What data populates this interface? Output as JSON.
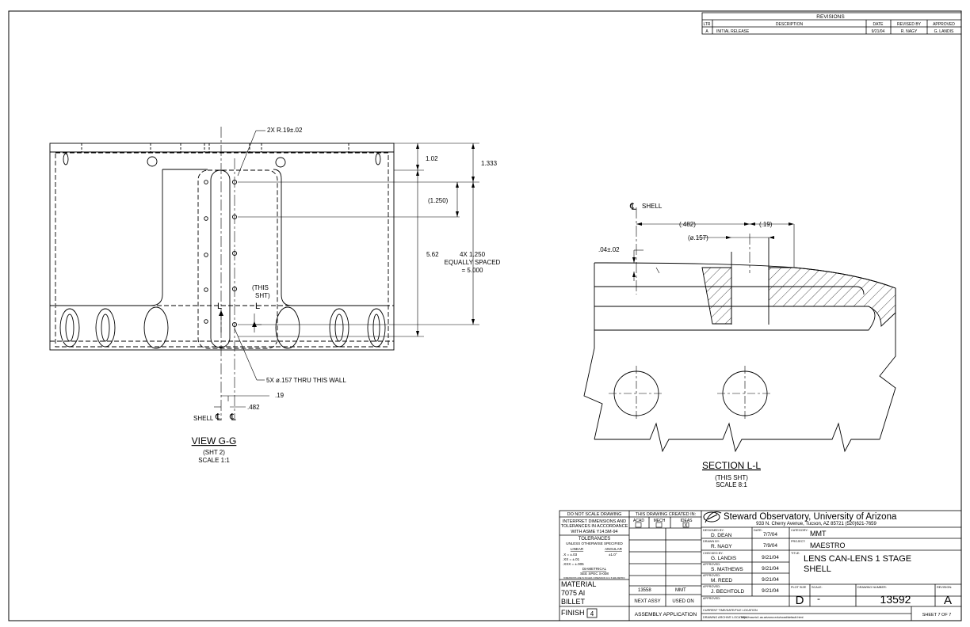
{
  "revisions": {
    "title": "REVISIONS",
    "headers": {
      "ltr": "LTR",
      "desc": "DESCRIPTION",
      "date": "DATE",
      "revised": "REVISED BY",
      "approved": "APPROVED"
    },
    "row": {
      "ltr": "A",
      "desc": "INITIAL RELEASE",
      "date": "9/21/04",
      "revised": "R. NAGY",
      "approved": "G. LANDIS"
    }
  },
  "view_g": {
    "callout_radius": "2X R.19±.02",
    "callout_holes": "5X ø.157 THRU THIS WALL",
    "dim_102": "1.02",
    "dim_1333": "1.333",
    "dim_1250": "(1.250)",
    "dim_562": "5.62",
    "dim_spaced_1": "4X 1.250",
    "dim_spaced_2": "EQUALLY SPACED",
    "dim_spaced_3": "= 5.000",
    "dim_019": ".19",
    "dim_0482": ".482",
    "this_sht_1": "(THIS",
    "this_sht_2": "SHT)",
    "label_l_left": "L",
    "label_l_right": "L",
    "shell_label": "SHELL",
    "title": "VIEW G-G",
    "sub": "(SHT 2)",
    "scale": "SCALE 1:1"
  },
  "section_l": {
    "shell_label": "SHELL",
    "dim_482": "(.482)",
    "dim_19": "(.19)",
    "dim_157": "(ø.157)",
    "dim_04": ".04±.02",
    "title": "SECTION L-L",
    "sub": "(THIS SHT)",
    "scale": "SCALE 8:1"
  },
  "title_block": {
    "notes": {
      "do_not_scale": "DO NOT SCALE DRAWING",
      "interpret_1": "INTERPRET DIMENSIONS AND",
      "interpret_2": "TOLERANCES IN ACCORDANCE",
      "interpret_3": "WITH ASME Y14.5M-94",
      "tolerances": "TOLERANCES",
      "unless": "UNLESS OTHERWISE SPECIFIED",
      "linear": "LINEAR",
      "angular": "ANGULAR",
      "tol_1": ".X    = ±.03",
      "tol_ang": "±1.0°",
      "tol_2": ".XX   = ±.01",
      "tol_3": ".XXX  = ±.005",
      "diametrical": "DIAMETRICAL",
      "see_spec": "SEE SPEC S-008",
      "fine_print": "DIMENSIONS ARE IN INCHES / DIMENSION 10:1 5 ARE METRIC",
      "material_label": "MATERIAL",
      "material_1": "7075 Al",
      "material_2": "BILLET",
      "finish_label": "FINISH",
      "finish_value": "4"
    },
    "created_in": "THIS DRAWING CREATED IN:",
    "acad": "ACAD",
    "mech": "MECH",
    "ideas": "IDEAS",
    "ideas_mark": "X",
    "next_assy_value": "13558",
    "used_on_value": "MMT",
    "next_assy": "NEXT ASSY",
    "used_on": "USED ON",
    "assembly_application": "ASSEMBLY APPLICATION",
    "org_name": "Steward Observatory, University of Arizona",
    "org_address": "933 N. Cherry Avenue, Tucson, AZ  85721  (520)621-7659",
    "designed_label": "DESIGNED BY:",
    "designed_name": "D. DEAN",
    "date_label": "DATE:",
    "designed_date": "7/7/04",
    "drawn_label": "DRAWN BY:",
    "drawn_name": "R. NAGY",
    "drawn_date": "7/9/04",
    "checked_label": "CHECKED BY:",
    "checked_name": "G. LANDIS",
    "checked_date": "9/21/04",
    "approved1_label": "APPROVED:",
    "approved1_name": "S. MATHEWS",
    "approved1_date": "9/21/04",
    "approved2_label": "APPROVED:",
    "approved2_name": "M. REED",
    "approved2_date": "9/21/04",
    "approved3_label": "APPROVED:",
    "approved3_name": "J. BECHTOLD",
    "approved3_date": "9/21/04",
    "approved4_label": "APPROVED:",
    "category_label": "CATEGORY:",
    "category_value": "MMT",
    "project_label": "PROJECT:",
    "project_value": "MAESTRO",
    "title_label": "TITLE:",
    "title_1": "LENS CAN-LENS 1 STAGE",
    "title_2": "SHELL",
    "plot_size_label": "PLOT SIZE",
    "plot_size": "D",
    "scale_label": "SCALE:",
    "scale_value": "-",
    "drawing_number_label": "DRAWING NUMBER:",
    "drawing_number": "13592",
    "revision_label": "REVISION:",
    "revision": "A",
    "current_location_label": "CURRENT TIME/DATE/FILE LOCATION",
    "archive_label": "DRAWING ARCHIVE LOCATION",
    "archive_url": "http://mavric1.as.arizona.edu/scad/default.html",
    "sheet": "SHEET 7 OF 7"
  }
}
